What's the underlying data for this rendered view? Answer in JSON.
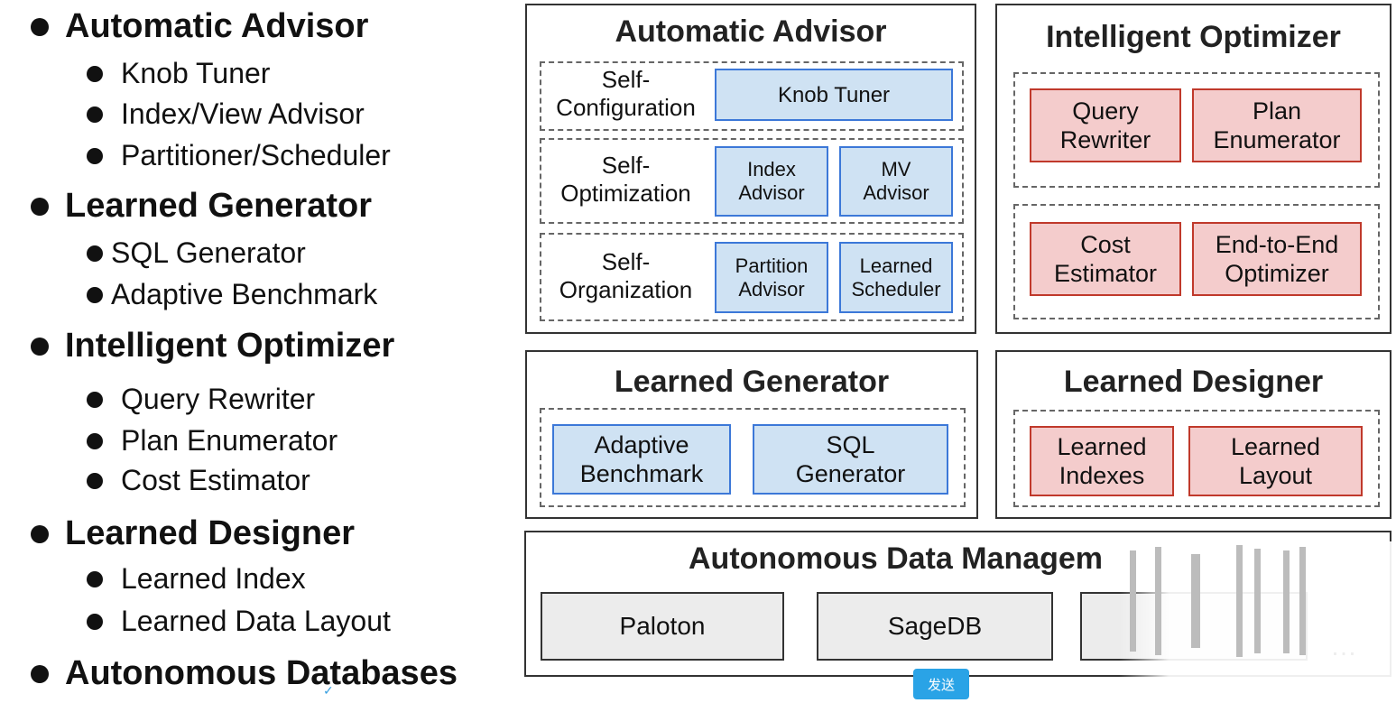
{
  "outline": {
    "sections": [
      {
        "label": "Automatic Advisor",
        "items": [
          "Knob Tuner",
          "Index/View Advisor",
          "Partitioner/Scheduler"
        ]
      },
      {
        "label": "Learned Generator",
        "items": [
          "SQL Generator",
          "Adaptive Benchmark"
        ]
      },
      {
        "label": "Intelligent Optimizer",
        "items": [
          "Query Rewriter",
          "Plan Enumerator",
          "Cost Estimator"
        ]
      },
      {
        "label": "Learned Designer",
        "items": [
          "Learned Index",
          "Learned Data Layout"
        ]
      },
      {
        "label": "Autonomous Databases",
        "items": []
      }
    ]
  },
  "diagram": {
    "automatic_advisor": {
      "title": "Automatic Advisor",
      "rows": [
        {
          "label": "Self-\nConfiguration",
          "boxes": [
            "Knob Tuner"
          ]
        },
        {
          "label": "Self-\nOptimization",
          "boxes": [
            "Index\nAdvisor",
            "MV\nAdvisor"
          ]
        },
        {
          "label": "Self-\nOrganization",
          "boxes": [
            "Partition\nAdvisor",
            "Learned\nScheduler"
          ]
        }
      ]
    },
    "intelligent_optimizer": {
      "title": "Intelligent Optimizer",
      "boxes": [
        "Query\nRewriter",
        "Plan\nEnumerator",
        "Cost\nEstimator",
        "End-to-End\nOptimizer"
      ]
    },
    "learned_generator": {
      "title": "Learned Generator",
      "boxes": [
        "Adaptive\nBenchmark",
        "SQL\nGenerator"
      ]
    },
    "learned_designer": {
      "title": "Learned Designer",
      "boxes": [
        "Learned\nIndexes",
        "Learned\nLayout"
      ]
    },
    "autonomous": {
      "title": "Autonomous Data Managem",
      "boxes": [
        "Paloton",
        "SageDB",
        ""
      ],
      "ellipsis": "…"
    }
  },
  "player": {
    "send_label": "发送",
    "check_glyph": "✓"
  },
  "colors": {
    "blue_fill": "#cfe2f3",
    "blue_border": "#3c78d8",
    "red_fill": "#f4cccc",
    "red_border": "#c0392b",
    "gray_fill": "#ececec",
    "send_button": "#2aa3e6"
  }
}
